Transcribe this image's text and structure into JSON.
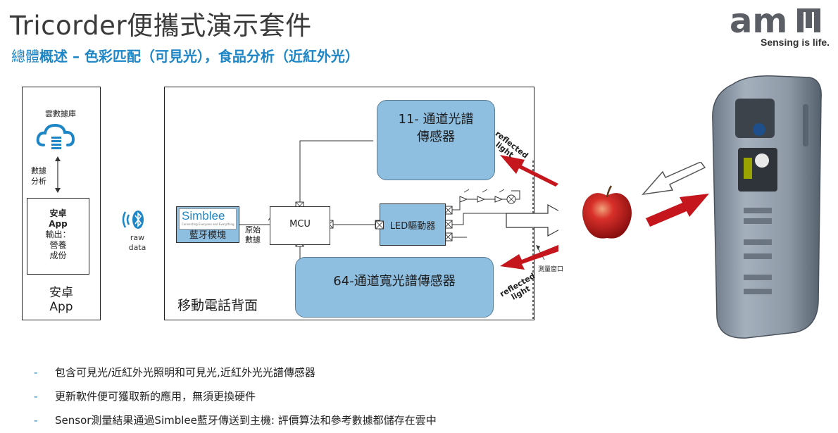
{
  "title": "Tricorder便攜式演示套件",
  "subtitle_prefix": "總體",
  "subtitle_main": "概述 – 色彩匹配（可見光），食品分析（近紅外光）",
  "logo": {
    "mark": "am",
    "slogan": "Sensing is life."
  },
  "left_panel": {
    "cloud_label": "雲數據庫",
    "arrow_label_1": "數據",
    "arrow_label_2": "分析",
    "app_box": {
      "line1": "安卓",
      "line2": "App",
      "line3": "輸出：",
      "line4": "營養",
      "line5": "成份"
    },
    "footer_1": "安卓",
    "footer_2": "App"
  },
  "raw_data_1": "raw",
  "raw_data_2": "data",
  "diagram": {
    "sensor_11_line1": "11- 通道光譜",
    "sensor_11_line2": "傳感器",
    "sensor_64": "64-通道寬光譜傳感器",
    "simblee_name": "Simblee",
    "simblee_tagline": "Connecting Everyone and Everything",
    "simblee_label": "藍牙模塊",
    "raw_label_1": "原始",
    "raw_label_2": "數據",
    "mcu": "MCU",
    "led_driver": "LED驅動器",
    "reflected_top_1": "reflected",
    "reflected_top_2": "light",
    "reflected_bottom_1": "reflected",
    "reflected_bottom_2": "light",
    "window_label": "測量窗口",
    "panel_label": "移動電話背面"
  },
  "bullets": [
    "包含可見光/近紅外光照明和可見光,近紅外光光譜傳感器",
    "更新軟件便可獲取新的應用，無須更換硬件",
    "Sensor測量結果通過Simblee藍牙傳送到主機: 評價算法和參考數據都儲存在雲中"
  ],
  "bullet_dash": "-",
  "colors": {
    "accent_blue": "#1e86c6",
    "sensor_fill": "#8fbfe0",
    "arrow_red": "#c4161c"
  }
}
